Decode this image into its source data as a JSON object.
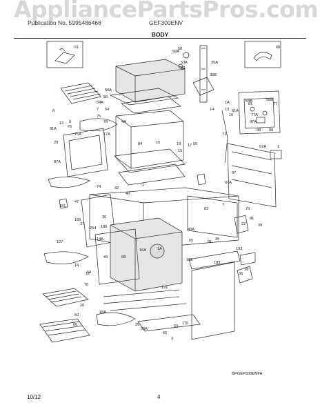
{
  "watermark": "AppliancePartsPros.com",
  "header": {
    "left": "Publication No. 5995486468",
    "model": "GEF300ENV"
  },
  "section_title": "BODY",
  "callouts": [
    "61",
    "60",
    "58",
    "58A",
    "53A",
    "53",
    "35A",
    "56A",
    "56",
    "54A",
    "54",
    "35B",
    "1A",
    "7",
    "8",
    "9",
    "76",
    "75",
    "14",
    "13",
    "16",
    "81",
    "61A",
    "54B",
    "58B",
    "77",
    "77A",
    "97A",
    "98",
    "99",
    "81A",
    "29",
    "12",
    "75A",
    "78",
    "17A",
    "4A",
    "84",
    "10",
    "19",
    "15",
    "17",
    "59",
    "71",
    "57A",
    "1",
    "97",
    "87A",
    "97A",
    "2",
    "32",
    "74",
    "40",
    "47",
    "191",
    "36",
    "37",
    "254",
    "188",
    "189",
    "14A",
    "1A",
    "49",
    "68",
    "127",
    "16A",
    "40A",
    "7",
    "83",
    "79",
    "81",
    "22",
    "39",
    "35",
    "78",
    "65",
    "64",
    "14",
    "12",
    "182",
    "18",
    "36",
    "70",
    "191",
    "50",
    "66",
    "18A",
    "39A",
    "63",
    "65",
    "20",
    "25",
    "170",
    "3",
    "183",
    "193"
  ],
  "doc_id": "BPGEF300ENFA",
  "footer": {
    "date": "10/12",
    "page": "4"
  }
}
